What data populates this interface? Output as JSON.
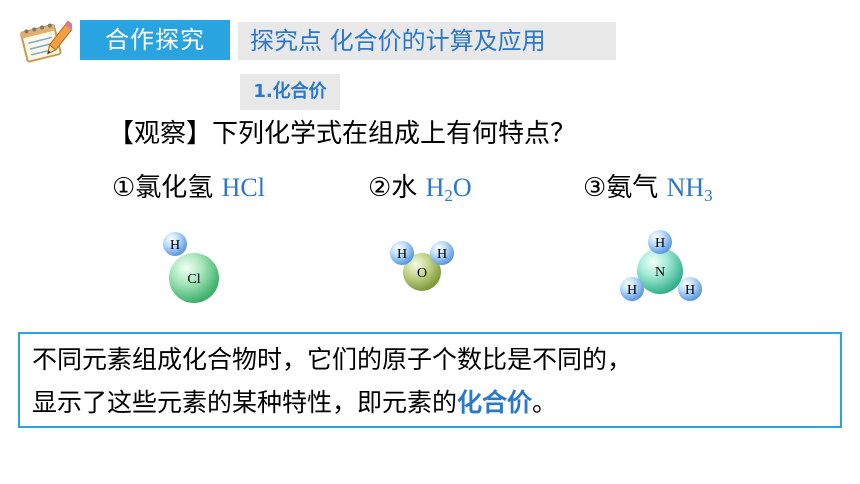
{
  "header": {
    "section_label": "合作探究",
    "topic_title": "探究点  化合价的计算及应用",
    "sub_heading": "1.化合价"
  },
  "observe": {
    "text": "【观察】下列化学式在组成上有何特点？"
  },
  "compounds": [
    {
      "name": "①氯化氢",
      "formula_main": "HCl",
      "formula_sub": "",
      "formula_tail": ""
    },
    {
      "name": "②水",
      "formula_main": "H",
      "formula_sub": "2",
      "formula_tail": "O"
    },
    {
      "name": "③氨气",
      "formula_main": "NH",
      "formula_sub": "3",
      "formula_tail": ""
    }
  ],
  "molecules": {
    "hcl": {
      "atoms": [
        "H",
        "Cl"
      ]
    },
    "h2o": {
      "atoms": [
        "H",
        "H",
        "O"
      ]
    },
    "nh3": {
      "atoms": [
        "H",
        "N",
        "H",
        "H"
      ]
    }
  },
  "conclusion": {
    "line1": "不同元素组成化合物时，它们的原子个数比是不同的，",
    "line2_prefix": "显示了这些元素的某种特性，即元素的",
    "line2_highlight": "化合价",
    "line2_suffix": "。"
  },
  "colors": {
    "accent_blue": "#2aa4e0",
    "formula_blue": "#2a78c8",
    "atom_h": "#8fc0f0",
    "atom_cl": "#8fdcaa",
    "atom_o": "#b8cc80",
    "atom_n": "#8ee0c8"
  },
  "icons": {
    "header": "notepad-pencil-icon"
  }
}
